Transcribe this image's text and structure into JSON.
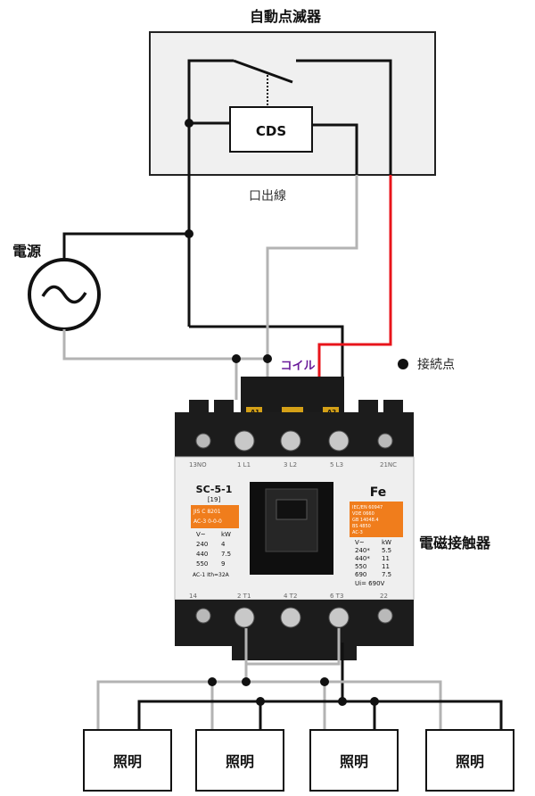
{
  "title": "自動点滅器",
  "cds_label": "CDS",
  "exit_wire_label": "口出線",
  "power_label": "電源",
  "coil_label": "コイル",
  "junction_legend": "接続点",
  "contactor_label": "電磁接触器",
  "lamps": [
    "照明",
    "照明",
    "照明",
    "照明"
  ],
  "contactor": {
    "top_terminals": [
      "A1",
      "A2"
    ],
    "top_numbers": [
      "13NO",
      "1 L1",
      "3 L2",
      "5 L3",
      "21NC"
    ],
    "bottom_numbers": [
      "14",
      "2 T1",
      "4 T2",
      "6 T3",
      "22"
    ],
    "model": "SC-5-1",
    "model_sub": "[19]",
    "jis": "JIS C 8201",
    "ac_class": "AC-3 0-0-0",
    "ratings_left": [
      [
        "V~",
        "kW"
      ],
      [
        "240",
        "4"
      ],
      [
        "440",
        "7.5"
      ],
      [
        "550",
        "9"
      ]
    ],
    "left_footer": "AC-1 Ith=32A",
    "brand": "Fe",
    "cert_lines": [
      "IEC/EN 60947",
      "VDE 0660",
      "GB 14048.4",
      "BS 4850",
      "AC-3"
    ],
    "ratings_right": [
      [
        "V~",
        "kW"
      ],
      [
        "240*",
        "5.5"
      ],
      [
        "440*",
        "11"
      ],
      [
        "550",
        "11"
      ],
      [
        "690",
        "7.5"
      ]
    ],
    "right_footer": "Ui= 690V"
  },
  "colors": {
    "wire_black": "#111111",
    "wire_gray": "#b3b3b3",
    "wire_red": "#e8141b",
    "box_fill": "#f0f0f0",
    "coil_text": "#6a1b9a",
    "label_orange": "#f07d1c"
  }
}
